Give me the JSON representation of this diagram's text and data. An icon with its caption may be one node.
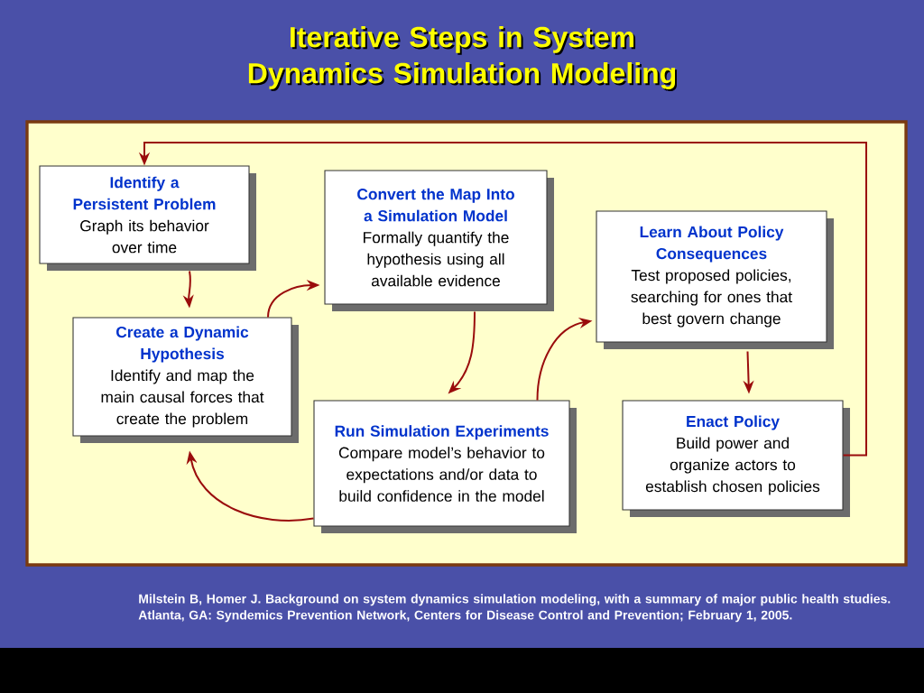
{
  "diagram": {
    "title": "Iterative Steps in System Dynamics Simulation Modeling",
    "caption": "Milstein B, Homer J. Background on system dynamics simulation modeling, with a summary of major public health studies. Atlanta, GA: Syndemics Prevention Network, Centers for Disease Control and Prevention; February 1, 2005.",
    "nodes": [
      {
        "text": [
          "Identify a Persistent Problem",
          "Graph its behavior over time"
        ]
      },
      {
        "text": [
          "Create a Dynamic Hypothesis",
          "Identify and map the main causal forces that create the problem"
        ]
      },
      {
        "text": [
          "Convert the Map Into a Simulation Model",
          "Formally quantify the hypothesis using all available evidence"
        ]
      },
      {
        "text": [
          "Run Simulation Experiments",
          "Compare model’s behavior to expectations and/or data to build confidence in the model"
        ]
      },
      {
        "text": [
          "Learn About Policy Consequences",
          "Test proposed policies, searching for ones that best govern change"
        ]
      },
      {
        "text": [
          "Enact Policy",
          "Build power and organize actors to establish chosen policies"
        ]
      }
    ],
    "edges": [
      {
        "from": 0,
        "to": 1,
        "arrow": "to"
      },
      {
        "from": 1,
        "to": 2,
        "arrow": "to"
      },
      {
        "from": 2,
        "to": 3,
        "arrow": "to"
      },
      {
        "from": 3,
        "to": 1,
        "arrow": "to"
      },
      {
        "from": 3,
        "to": 4,
        "arrow": "to"
      },
      {
        "from": 4,
        "to": 5,
        "arrow": "to"
      },
      {
        "from": 5,
        "to": 0,
        "arrow": "to"
      }
    ]
  }
}
